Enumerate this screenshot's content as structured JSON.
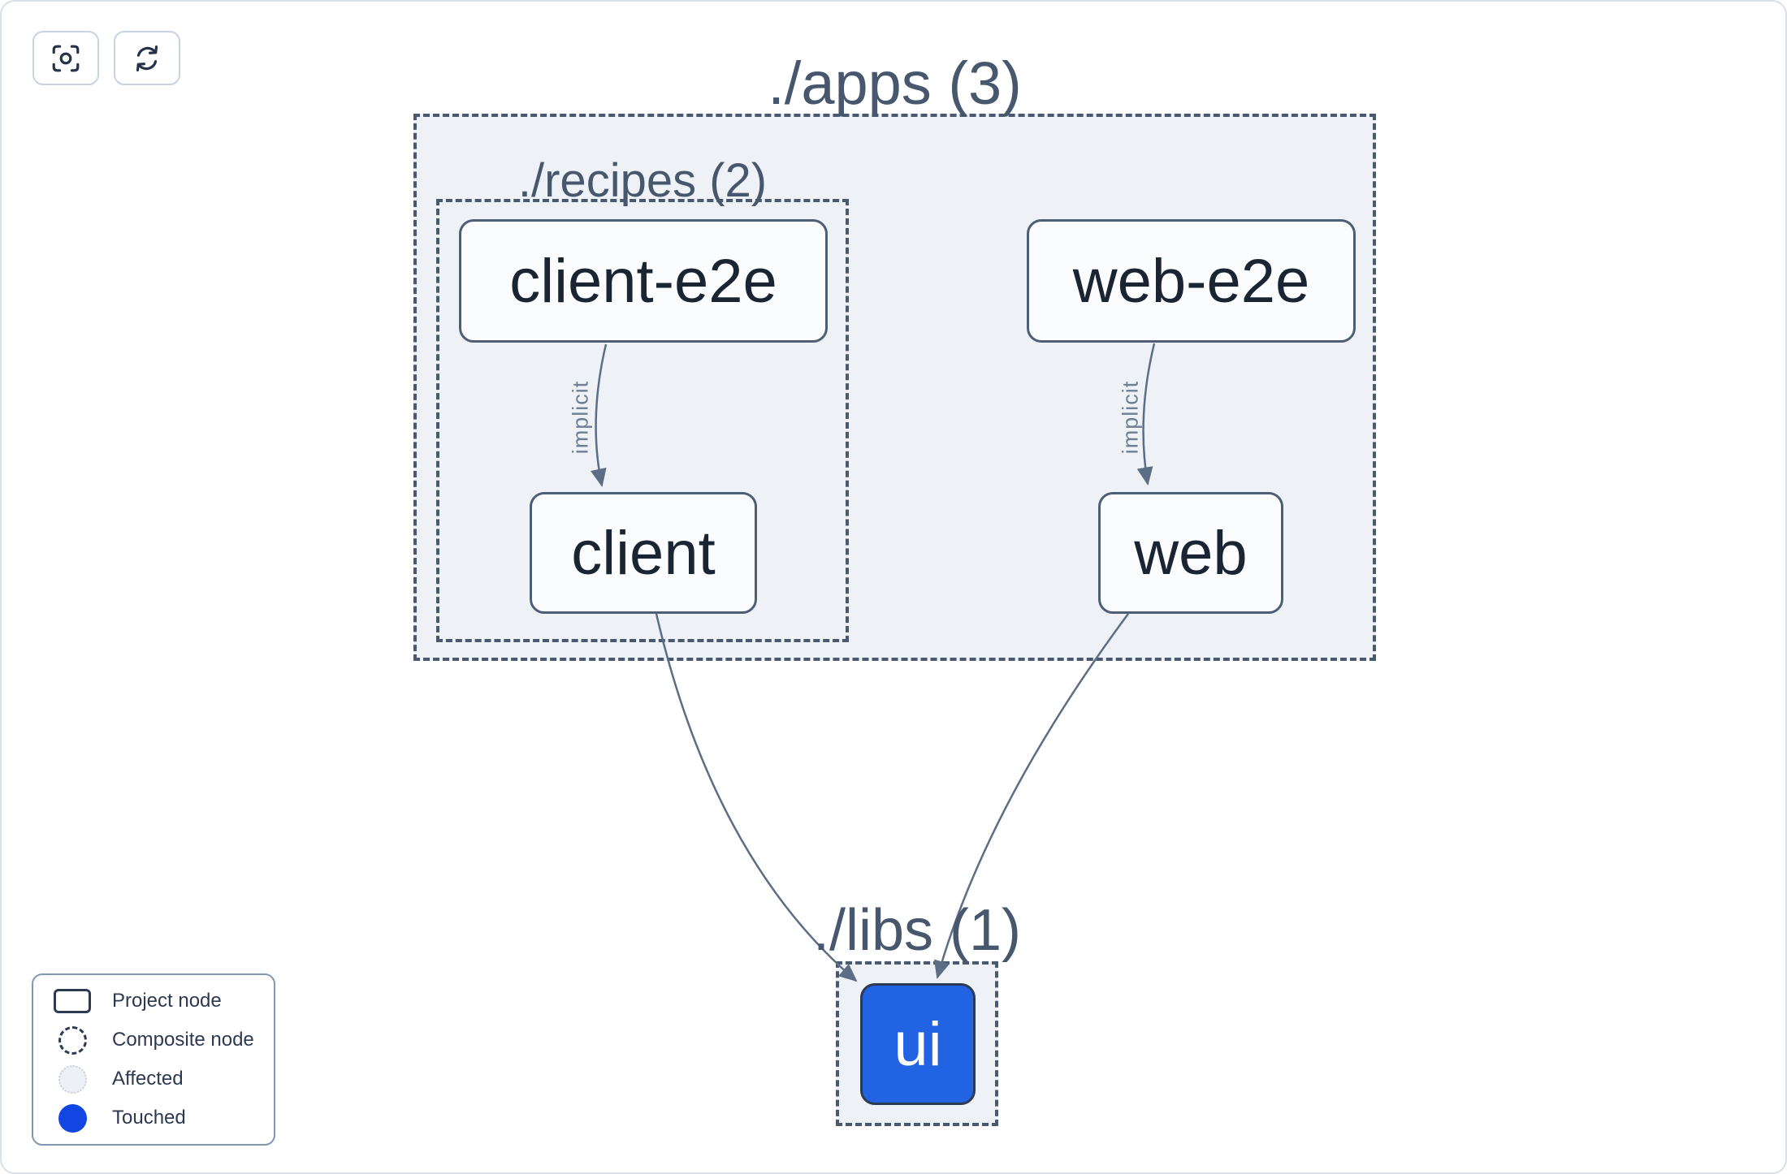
{
  "groups": {
    "apps": {
      "label": "./apps (3)"
    },
    "recipes": {
      "label": "./recipes (2)"
    },
    "libs": {
      "label": "./libs (1)"
    }
  },
  "nodes": {
    "client_e2e": {
      "label": "client-e2e",
      "state": "normal"
    },
    "web_e2e": {
      "label": "web-e2e",
      "state": "normal"
    },
    "client": {
      "label": "client",
      "state": "normal"
    },
    "web": {
      "label": "web",
      "state": "normal"
    },
    "ui": {
      "label": "ui",
      "state": "touched"
    }
  },
  "edges": [
    {
      "from": "client-e2e",
      "to": "client",
      "label": "implicit"
    },
    {
      "from": "web-e2e",
      "to": "web",
      "label": "implicit"
    },
    {
      "from": "client",
      "to": "ui",
      "label": ""
    },
    {
      "from": "web",
      "to": "ui",
      "label": ""
    }
  ],
  "legend": {
    "items": [
      {
        "label": "Project node"
      },
      {
        "label": "Composite node"
      },
      {
        "label": "Affected"
      },
      {
        "label": "Touched"
      }
    ]
  },
  "colors": {
    "touched_node": "#2263e4",
    "touched_legend": "#1246e2",
    "group_fill": "#eef1f6",
    "dash_border": "#49596f",
    "edge": "#5c6d86",
    "node_border": "#4d5e75",
    "node_text": "#1b2433"
  }
}
